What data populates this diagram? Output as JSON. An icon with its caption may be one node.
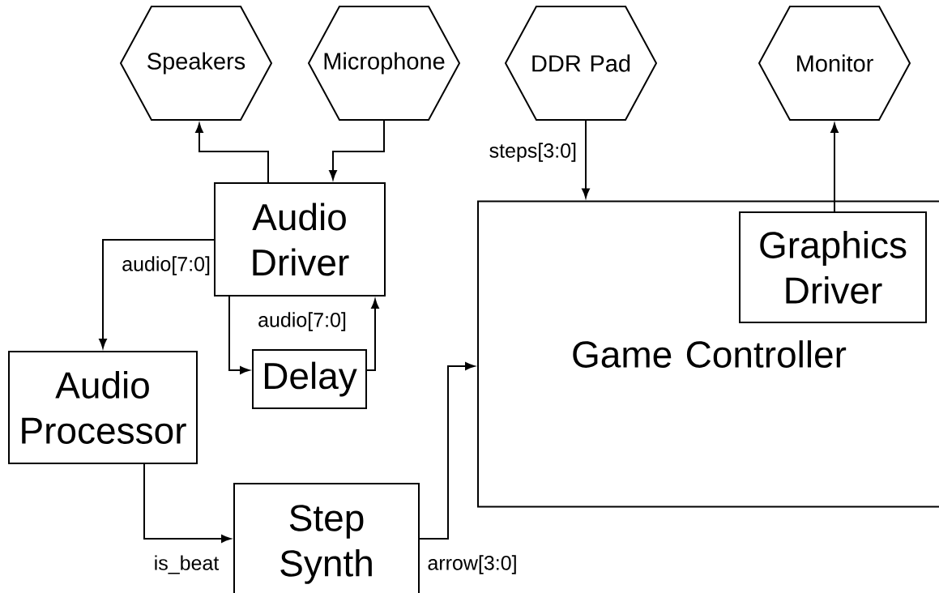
{
  "diagram": {
    "nodes": [
      {
        "text": [
          "Speakers"
        ]
      },
      {
        "text": [
          "Microphone"
        ]
      },
      {
        "text": [
          "DDR Pad"
        ]
      },
      {
        "text": [
          "Monitor"
        ]
      },
      {
        "text": [
          "Audio Driver"
        ]
      },
      {
        "text": [
          "Audio Processor"
        ]
      },
      {
        "text": [
          "Delay"
        ]
      },
      {
        "text": [
          "Step Synth"
        ]
      },
      {
        "text": [
          "Game Controller"
        ]
      },
      {
        "text": [
          "Graphics Driver"
        ],
        "in": 8
      }
    ],
    "edges": [
      {
        "from": 4,
        "to": 0,
        "arrow": "to"
      },
      {
        "from": 1,
        "to": 4,
        "arrow": "to"
      },
      {
        "from": 2,
        "to": 8,
        "arrow": "to",
        "label": "steps[3:0]"
      },
      {
        "from": 9,
        "to": 3,
        "arrow": "to"
      },
      {
        "from": 4,
        "to": 5,
        "arrow": "to",
        "label": "audio[7:0]"
      },
      {
        "from": 4,
        "to": 6,
        "arrow": "to",
        "label": "audio[7:0]"
      },
      {
        "from": 6,
        "to": 4,
        "arrow": "to"
      },
      {
        "from": 5,
        "to": 7,
        "arrow": "to",
        "label": "is_beat"
      },
      {
        "from": 7,
        "to": 8,
        "arrow": "to",
        "label": "arrow[3:0]"
      }
    ]
  }
}
